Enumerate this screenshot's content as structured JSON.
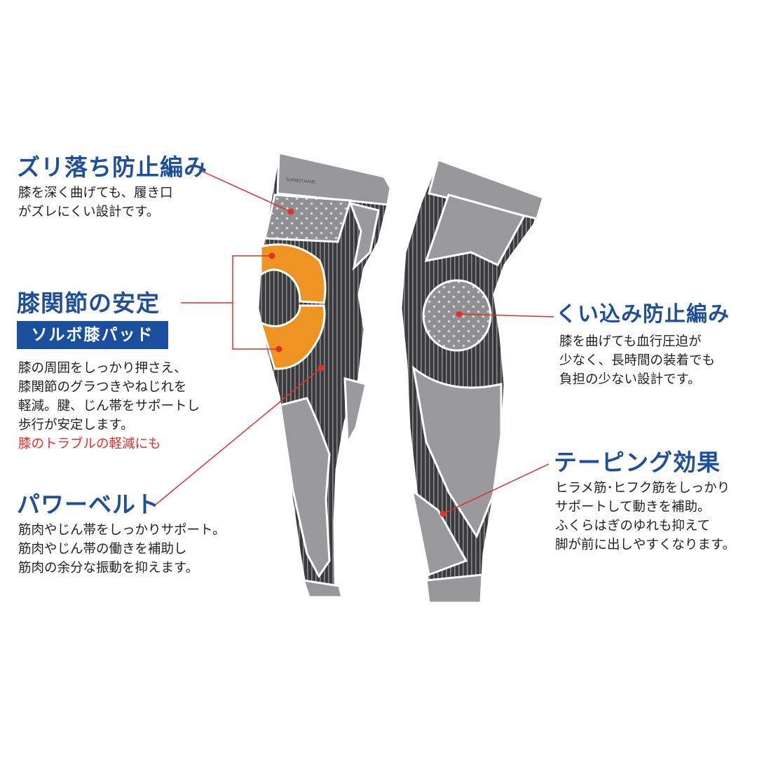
{
  "features": {
    "anti_slip": {
      "title": "ズリ落ち防止編み",
      "lines": [
        "膝を深く曲げても、履き口",
        "がズレにくい設計です。"
      ]
    },
    "knee_stability": {
      "title": "膝関節の安定",
      "badge": "ソルボ膝パッド",
      "lines": [
        "膝の周囲をしっかり押さえ、",
        "膝関節のグラつきやねじれを",
        "軽減。腱、じん帯をサポートし",
        "歩行が安定します。"
      ],
      "highlight": "膝のトラブルの軽減にも"
    },
    "power_belt": {
      "title": "パワーベルト",
      "lines": [
        "筋肉やじん帯をしっかりサポート。",
        "筋肉やじん帯の働きを補助し",
        "筋肉の余分な振動を抑えます。"
      ]
    },
    "anti_dig": {
      "title": "くい込み防止編み",
      "lines": [
        "膝を曲げても血行圧迫が",
        "少なく、長時間の装着でも",
        "負担の少ない設計です。"
      ]
    },
    "taping": {
      "title": "テーピング効果",
      "lines": [
        "ヒラメ筋･ヒフク筋をしっかり",
        "サポートして動きを補助。",
        "ふくらはぎのゆれも抑えて",
        "脚が前に出しやすくなります。"
      ]
    }
  },
  "brand_mark": "SORBOTHANE",
  "colors": {
    "title_blue": "#1d4f9c",
    "badge_blue": "#1a4f9e",
    "accent_red": "#e0302b",
    "pad_orange": "#ef9322",
    "sleeve_dark": "#3d3d3f",
    "sleeve_light": "#8f8f92"
  }
}
